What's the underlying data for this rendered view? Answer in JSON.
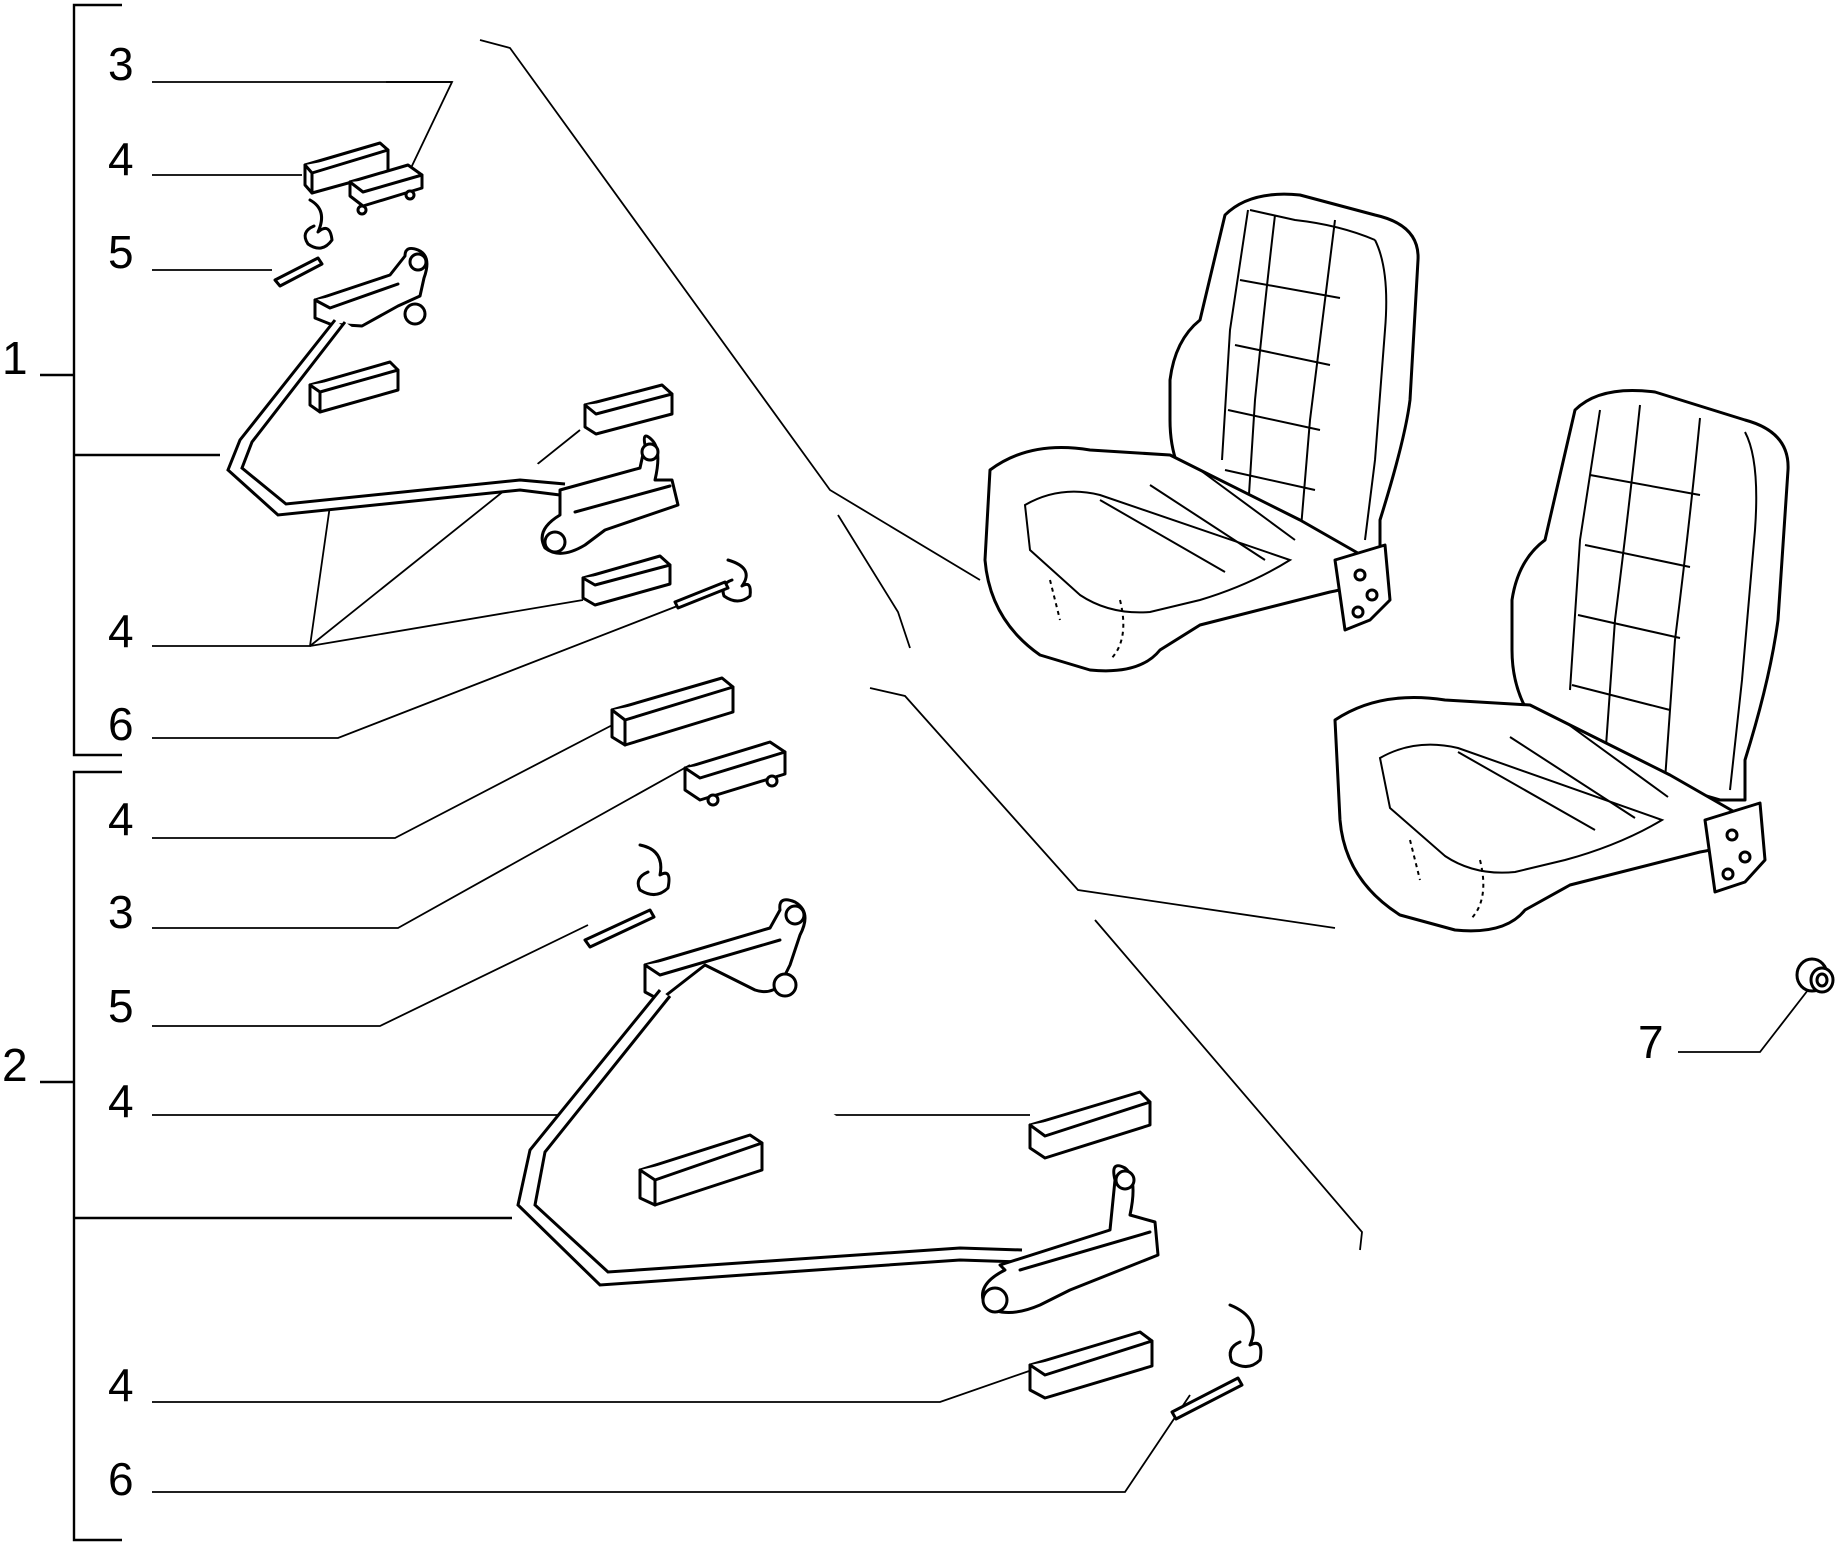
{
  "callouts": {
    "group_1": "1",
    "group_2": "2",
    "g1_3": "3",
    "g1_4a": "4",
    "g1_5": "5",
    "g1_4b": "4",
    "g1_6": "6",
    "g2_4a": "4",
    "g2_3": "3",
    "g2_5": "5",
    "g2_4b": "4",
    "g2_4c": "4",
    "g2_6": "6",
    "item_7": "7"
  },
  "icons": [
    "seat-upper-icon",
    "seat-lower-icon",
    "recliner-lever-icon",
    "spring-icon",
    "pad-icon",
    "knob-icon"
  ]
}
